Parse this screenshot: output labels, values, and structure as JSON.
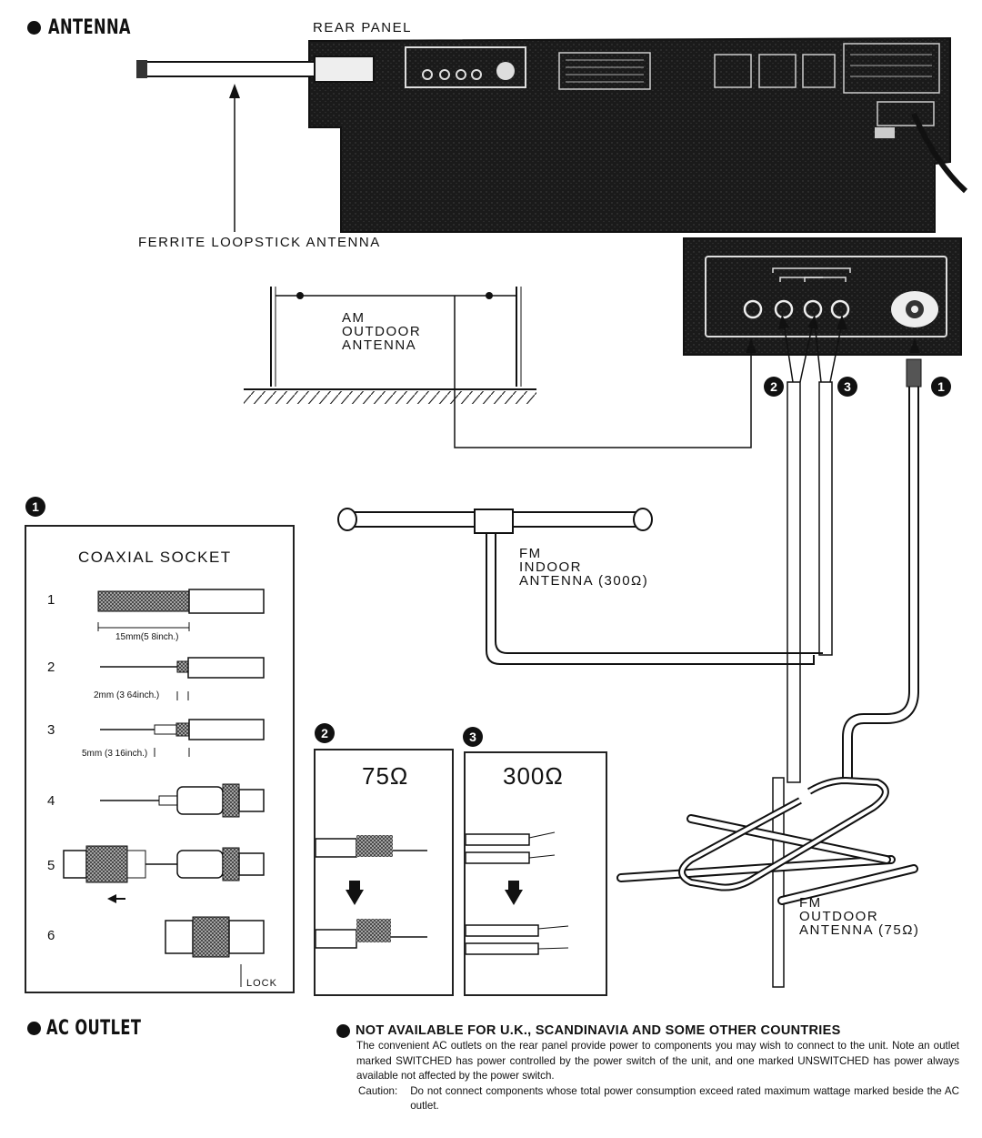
{
  "sections": {
    "antenna_heading": "ANTENNA",
    "ac_outlet_heading": "AC OUTLET"
  },
  "rear_panel": {
    "label": "REAR PANEL",
    "ferrite_label": "FERRITE LOOPSTICK ANTENNA"
  },
  "am_outdoor": {
    "label_lines": [
      "AM",
      "OUTDOOR",
      "ANTENNA"
    ]
  },
  "connections": {
    "badge_1": "1",
    "badge_2": "2",
    "badge_3": "3"
  },
  "fm_indoor": {
    "label_lines": [
      "FM",
      "INDOOR",
      "ANTENNA (300Ω)"
    ]
  },
  "fm_outdoor": {
    "label_lines": [
      "FM",
      "OUTDOOR",
      "ANTENNA (75Ω)"
    ]
  },
  "coaxial": {
    "badge": "1",
    "title": "COAXIAL SOCKET",
    "steps": [
      "1",
      "2",
      "3",
      "4",
      "5",
      "6"
    ],
    "dim_1": "15mm(5 8inch.)",
    "dim_2": "2mm (3 64inch.)",
    "dim_3": "5mm (3 16inch.)",
    "lock_label": "LOCK"
  },
  "panel_75": {
    "badge": "2",
    "title": "75Ω"
  },
  "panel_300": {
    "badge": "3",
    "title": "300Ω"
  },
  "notice": {
    "title": "NOT AVAILABLE FOR U.K., SCANDINAVIA AND SOME OTHER COUNTRIES",
    "body": "The convenient AC outlets on the rear panel provide power to components you may wish to connect to the unit. Note an outlet marked SWITCHED has power controlled by the power switch of the unit, and one marked UNSWITCHED has power always available not affected by the power switch.",
    "caution_label": "Caution:",
    "caution_text": "Do not connect components whose total power consumption exceed rated maximum wattage marked beside the AC outlet."
  }
}
